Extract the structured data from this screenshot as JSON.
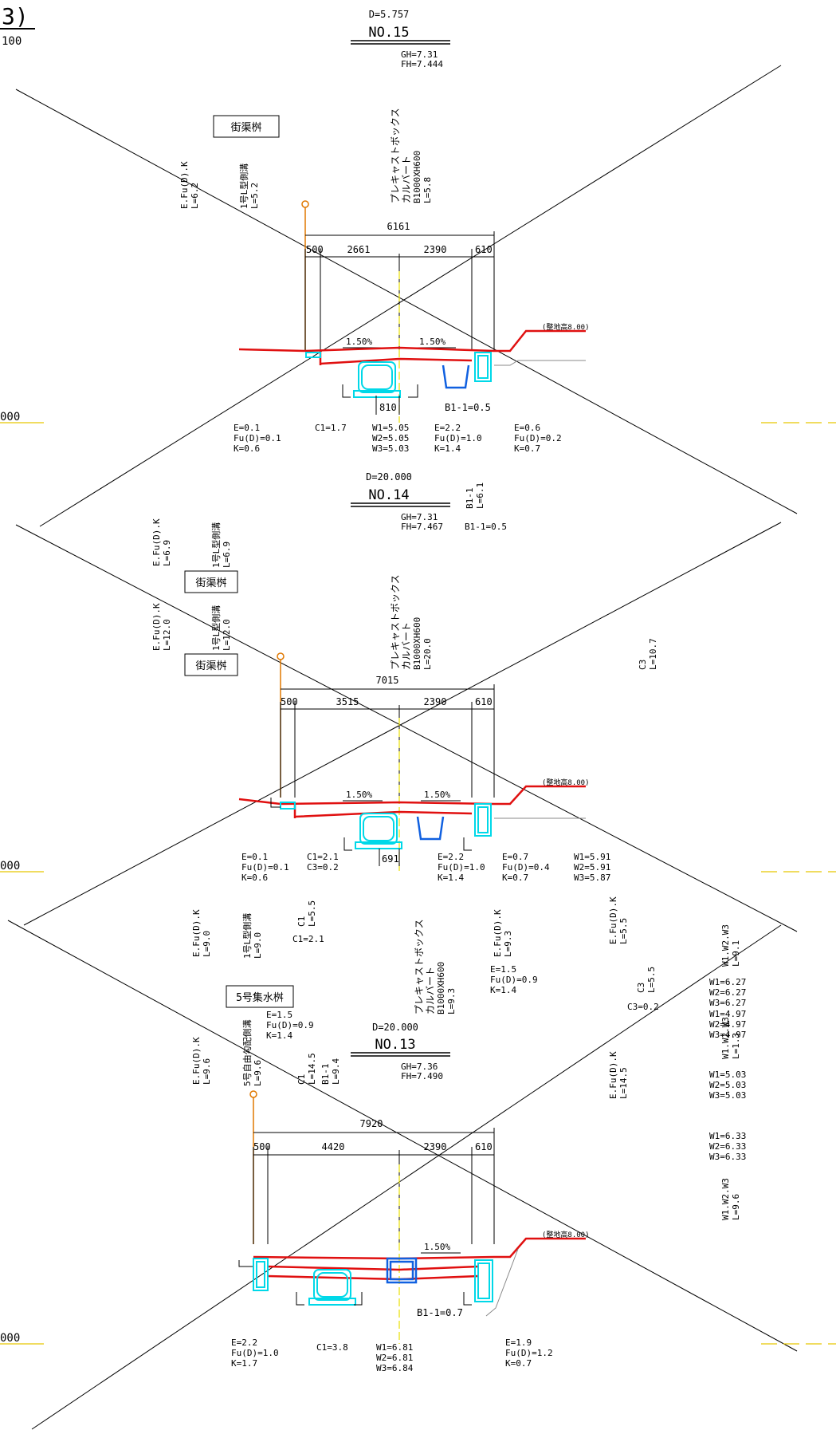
{
  "header": {
    "number_fragment": "3)",
    "scale_fragment": "100"
  },
  "sections": [
    {
      "d": "D=5.757",
      "name": "NO.15",
      "gh": "GH=7.31",
      "fh": "FH=7.444",
      "box_label": "街渠桝",
      "culvert_lines": [
        "プレキャストボックス",
        "カルバート",
        "B1000XH600",
        "L=5.8"
      ],
      "left_v1": [
        "E.Fu(D).K",
        "L=6.2"
      ],
      "left_v2": [
        "1号L型側溝",
        "L=5.2"
      ],
      "dims": {
        "total": "6161",
        "d1": "500",
        "d2": "2661",
        "d3": "2390",
        "d4": "610",
        "sub": "810"
      },
      "slopes": [
        "1.50%",
        "1.50%"
      ],
      "ground_label": "(整地高8.00)",
      "b1": "B1-1=0.5",
      "left_datum": "000",
      "qty": [
        [
          "E=0.1",
          "Fu(D)=0.1",
          "K=0.6"
        ],
        [
          "C1=1.7"
        ],
        [
          "W1=5.05",
          "W2=5.05",
          "W3=5.03"
        ],
        [
          "E=2.2",
          "Fu(D)=1.0",
          "K=1.4"
        ],
        [
          "E=0.6",
          "Fu(D)=0.2",
          "K=0.7"
        ]
      ]
    },
    {
      "d": "D=20.000",
      "name": "NO.14",
      "gh": "GH=7.31",
      "fh": "FH=7.467",
      "b1_v": [
        "B1-1",
        "L=6.1"
      ],
      "b1_line": "B1-1=0.5",
      "box_label_1": "街渠桝",
      "box_label_2": "街渠桝",
      "culvert_lines": [
        "プレキャストボックス",
        "カルバート",
        "B1000XH600",
        "L=20.0"
      ],
      "left_v1": [
        "E.Fu(D).K",
        "L=6.9"
      ],
      "left_v2": [
        "1号L型側溝",
        "L=6.9"
      ],
      "left_v3": [
        "E.Fu(D).K",
        "L=12.0"
      ],
      "left_v4": [
        "1号L型側溝",
        "L=12.0"
      ],
      "c3_v": [
        "C3",
        "L=10.7"
      ],
      "dims": {
        "total": "7015",
        "d1": "500",
        "d2": "3515",
        "d3": "2390",
        "d4": "610",
        "sub": "691"
      },
      "slopes": [
        "1.50%",
        "1.50%"
      ],
      "ground_label": "(整地高8.00)",
      "left_datum": "000",
      "qty": [
        [
          "E=0.1",
          "Fu(D)=0.1",
          "K=0.6"
        ],
        [
          "C1=2.1",
          "C3=0.2"
        ],
        [
          "E=2.2",
          "Fu(D)=1.0",
          "K=1.4"
        ],
        [
          "E=0.7",
          "Fu(D)=0.4",
          "K=0.7"
        ],
        [
          "W1=5.91",
          "W2=5.91",
          "W3=5.87"
        ]
      ]
    },
    {
      "d": "D=20.000",
      "name": "NO.13",
      "gh": "GH=7.36",
      "fh": "FH=7.490",
      "box_label": "5号集水桝",
      "upper": {
        "v_efuk": [
          "E.Fu(D).K",
          "L=9.0"
        ],
        "v_l": [
          "1号L型側溝",
          "L=9.0"
        ],
        "v_c1": [
          "C1",
          "L=5.5"
        ],
        "c1": "C1=2.1",
        "culvert_lines": [
          "プレキャストボックス",
          "カルバート",
          "B1000XH600",
          "L=9.3"
        ],
        "v_efuk2": [
          "E.Fu(D).K",
          "L=9.3"
        ],
        "efk2": [
          "E=1.5",
          "Fu(D)=0.9",
          "K=1.4"
        ],
        "efk3": [
          "E=1.5",
          "Fu(D)=0.9",
          "K=1.4"
        ],
        "v_efuk3": [
          "E.Fu(D).K",
          "L=5.5"
        ],
        "v_c3": [
          "C3",
          "L=5.5"
        ],
        "c3": "C3=0.2",
        "v_w1": [
          "W1.W2.W3",
          "L=9.1"
        ],
        "w_a": [
          "W1=6.27",
          "W2=6.27",
          "W3=6.27"
        ],
        "w_b": [
          "W1=4.97",
          "W2=4.97",
          "W3=4.97"
        ]
      },
      "left_v1": [
        "E.Fu(D).K",
        "L=9.6"
      ],
      "left_v2": [
        "5号自由勾配側溝",
        "L=9.6"
      ],
      "v_c1b": [
        "C1",
        "L=14.5"
      ],
      "v_b1": [
        "B1-1",
        "L=9.4"
      ],
      "v_efuk4": [
        "E.Fu(D).K",
        "L=14.5"
      ],
      "v_w2": [
        "W1.W2.W3",
        "L=1.3"
      ],
      "w_c": [
        "W1=5.03",
        "W2=5.03",
        "W3=5.03"
      ],
      "w_d": [
        "W1=6.33",
        "W2=6.33",
        "W3=6.33"
      ],
      "v_w3": [
        "W1.W2.W3",
        "L=9.6"
      ],
      "dims": {
        "total": "7920",
        "d1": "500",
        "d2": "4420",
        "d3": "2390",
        "d4": "610"
      },
      "slopes": [
        "1.50%"
      ],
      "ground_label": "(整地高8.00)",
      "b1": "B1-1=0.7",
      "left_datum": "000",
      "qty": [
        [
          "E=2.2",
          "Fu(D)=1.0",
          "K=1.7"
        ],
        [
          "C1=3.8"
        ],
        [
          "W1=6.81",
          "W2=6.81",
          "W3=6.84"
        ],
        [
          "E=1.9",
          "Fu(D)=1.2",
          "K=0.7"
        ]
      ]
    }
  ],
  "colors": {
    "road": "#e01010",
    "structure": "#00d8e8",
    "drain": "#1060e0",
    "pole": "#e07800",
    "centerline": "#e8e000",
    "ink": "#000000",
    "grey": "#888888"
  }
}
